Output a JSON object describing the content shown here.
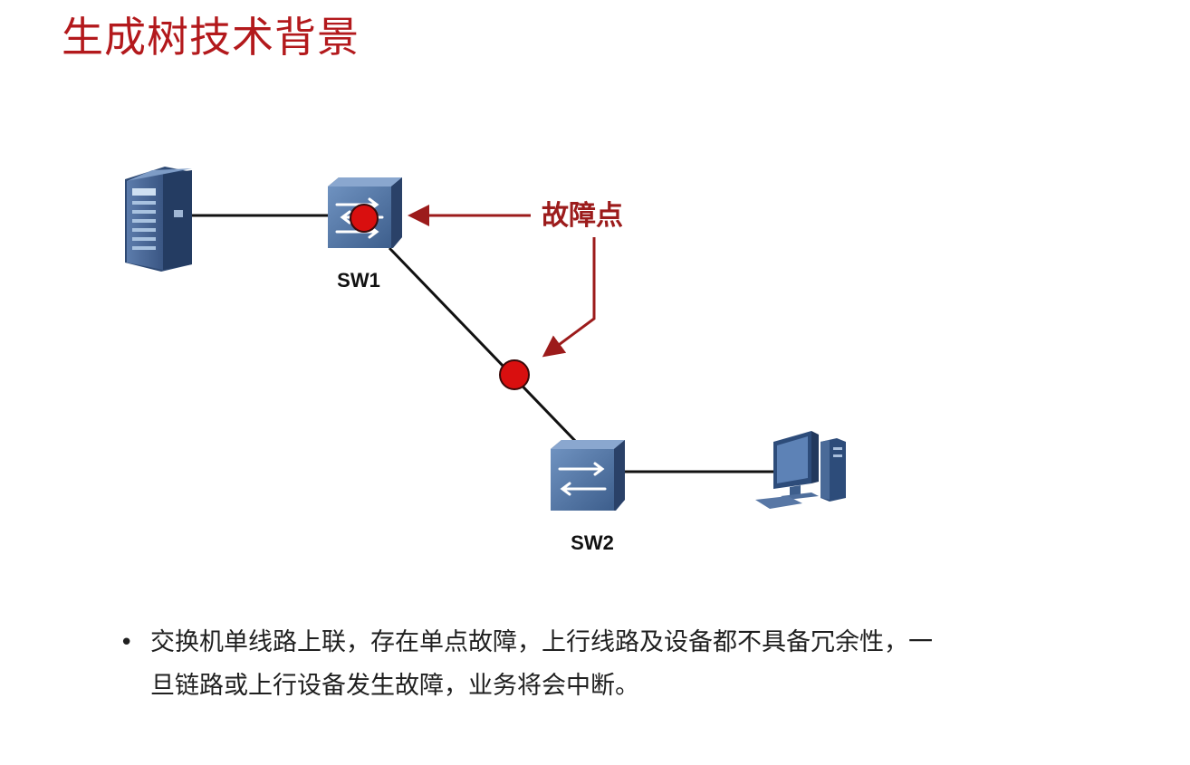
{
  "slide": {
    "title": "生成树技术背景"
  },
  "diagram": {
    "devices": {
      "server": {
        "icon": "server-icon"
      },
      "sw1": {
        "label": "SW1",
        "icon": "switch-icon"
      },
      "sw2": {
        "label": "SW2",
        "icon": "switch-icon"
      },
      "pc": {
        "icon": "desktop-pc-icon"
      }
    },
    "callout": {
      "label": "故障点"
    },
    "colors": {
      "accent_red": "#b3191c",
      "callout_red": "#9c1b1b",
      "fault_marker": "#d90f0f",
      "link": "#111111",
      "switch_blue": "#4a6f9e"
    }
  },
  "bullet": {
    "symbol": "•",
    "line1": "交换机单线路上联，存在单点故障，上行线路及设备都不具备冗余性，一",
    "line2": "旦链路或上行设备发生故障，业务将会中断。"
  }
}
